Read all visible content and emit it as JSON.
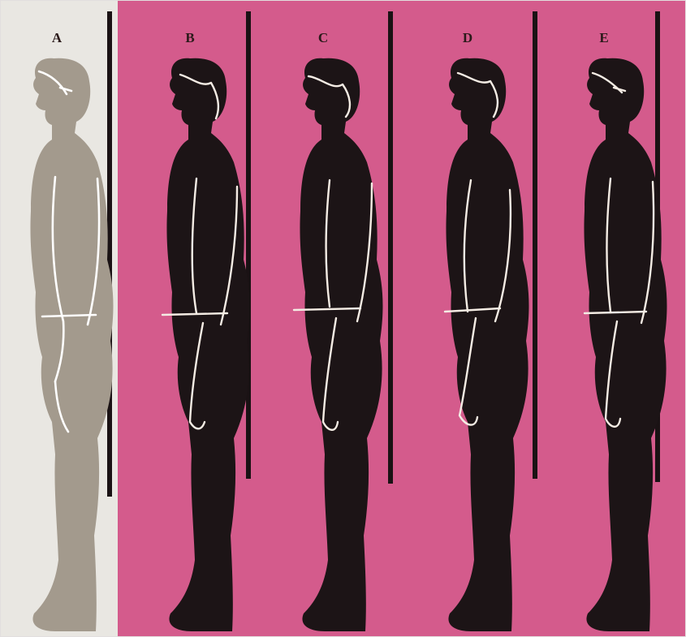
{
  "panels": [
    {
      "label": "A"
    },
    {
      "label": "B"
    },
    {
      "label": "C"
    },
    {
      "label": "D"
    },
    {
      "label": "E"
    }
  ],
  "colors": {
    "background_left": "#e9e7e2",
    "background_main": "#d45b8c",
    "figure_a": "#a39a8d",
    "figures_dark": "#1c1416",
    "outlines": "#f4ece4",
    "plumb_lines": "#1a1214"
  }
}
